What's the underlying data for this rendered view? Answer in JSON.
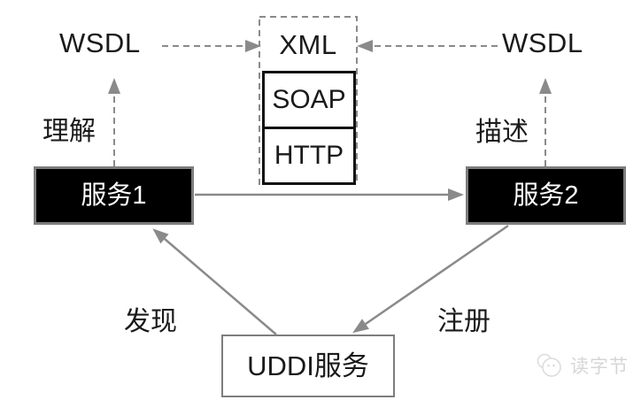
{
  "diagram": {
    "nodes": {
      "wsdl_left": "WSDL",
      "wsdl_right": "WSDL",
      "xml": "XML",
      "soap": "SOAP",
      "http": "HTTP",
      "service1": "服务1",
      "service2": "服务2",
      "uddi": "UDDI服务"
    },
    "edges": [
      {
        "from": "service1",
        "to": "wsdl_left",
        "label": "理解",
        "style": "dashed"
      },
      {
        "from": "wsdl_left",
        "to": "xml",
        "label": "",
        "style": "dashed"
      },
      {
        "from": "wsdl_right",
        "to": "xml",
        "label": "",
        "style": "dashed"
      },
      {
        "from": "service2",
        "to": "wsdl_right",
        "label": "描述",
        "style": "dashed"
      },
      {
        "from": "service1",
        "to": "service2",
        "label": "",
        "style": "solid"
      },
      {
        "from": "uddi",
        "to": "service1",
        "label": "发现",
        "style": "solid"
      },
      {
        "from": "service2",
        "to": "uddi",
        "label": "注册",
        "style": "solid"
      }
    ],
    "watermark": {
      "text": "读字节"
    },
    "colors": {
      "background": "#ffffff",
      "arrow_gray": "#8a8a8a",
      "node_black": "#000000",
      "node_border_gray": "#7d7d7d",
      "stack_border": "#111111",
      "text_black": "#1a1a1a",
      "watermark_gray": "#d6d6d6"
    }
  }
}
